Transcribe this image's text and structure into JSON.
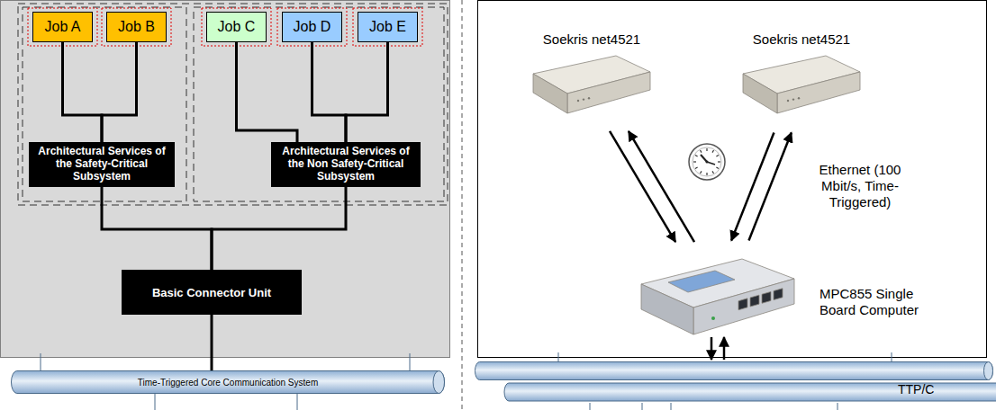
{
  "diagram": {
    "nodes": [
      {
        "text": [
          "Job A"
        ]
      },
      {
        "text": [
          "Job B"
        ]
      },
      {
        "text": [
          "Job C"
        ]
      },
      {
        "text": [
          "Job D"
        ]
      },
      {
        "text": [
          "Job E"
        ]
      },
      {
        "text": [
          "Architectural Services of the Safety-Critical Subsystem"
        ]
      },
      {
        "text": [
          "Architectural Services of the Non Safety-Critical Subsystem"
        ]
      },
      {
        "text": [
          "Basic Connector Unit"
        ]
      },
      {
        "text": [
          "Time-Triggered Core Communication System"
        ]
      },
      {
        "text": [
          "Soekris net4521"
        ]
      },
      {
        "text": [
          "Soekris net4521"
        ]
      },
      {
        "text": [
          "MPC855 Single Board Computer"
        ]
      },
      {
        "text": [
          "TTP/C"
        ]
      }
    ],
    "edges": [
      {
        "from": 0,
        "to": 5,
        "arrow": "none"
      },
      {
        "from": 1,
        "to": 5,
        "arrow": "none"
      },
      {
        "from": 2,
        "to": 6,
        "arrow": "none"
      },
      {
        "from": 3,
        "to": 6,
        "arrow": "none"
      },
      {
        "from": 4,
        "to": 6,
        "arrow": "none"
      },
      {
        "from": 5,
        "to": 7,
        "arrow": "none"
      },
      {
        "from": 6,
        "to": 7,
        "arrow": "none"
      },
      {
        "from": 7,
        "to": 8,
        "arrow": "none"
      },
      {
        "from": 9,
        "to": 11,
        "arrow": "to"
      },
      {
        "from": 11,
        "to": 9,
        "arrow": "to"
      },
      {
        "from": 11,
        "to": 10,
        "arrow": "to"
      },
      {
        "from": 10,
        "to": 11,
        "arrow": "to"
      },
      {
        "from": 11,
        "to": 12,
        "arrow": "to"
      },
      {
        "from": 12,
        "to": 11,
        "arrow": "to"
      }
    ],
    "labels": [
      "Ethernet (100 Mbit/s, Time-Triggered)"
    ]
  }
}
